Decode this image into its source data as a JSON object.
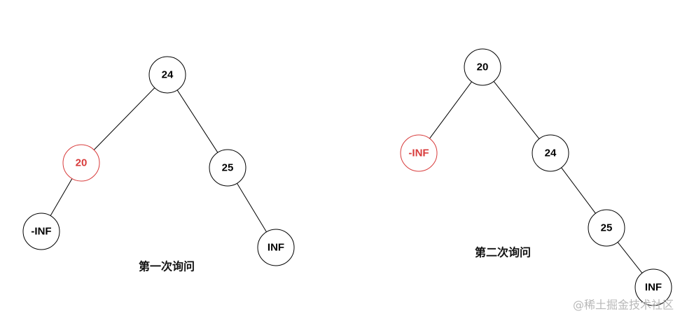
{
  "colors": {
    "line": "#000000",
    "highlight": "#d83b3b",
    "text": "#000000",
    "watermark": "#b8b8b8"
  },
  "trees": [
    {
      "caption": "第一次询问",
      "nodes": [
        {
          "id": "a24",
          "label": "24",
          "highlight": false
        },
        {
          "id": "a20",
          "label": "20",
          "highlight": true
        },
        {
          "id": "a25",
          "label": "25",
          "highlight": false
        },
        {
          "id": "aNinf",
          "label": "-INF",
          "highlight": false
        },
        {
          "id": "aInf",
          "label": "INF",
          "highlight": false
        }
      ],
      "edges": [
        [
          "a24",
          "a20"
        ],
        [
          "a24",
          "a25"
        ],
        [
          "a20",
          "aNinf"
        ],
        [
          "a25",
          "aInf"
        ]
      ]
    },
    {
      "caption": "第二次询问",
      "nodes": [
        {
          "id": "b20",
          "label": "20",
          "highlight": false
        },
        {
          "id": "bNinf",
          "label": "-INF",
          "highlight": true
        },
        {
          "id": "b24",
          "label": "24",
          "highlight": false
        },
        {
          "id": "b25",
          "label": "25",
          "highlight": false
        },
        {
          "id": "bInf",
          "label": "INF",
          "highlight": false
        }
      ],
      "edges": [
        [
          "b20",
          "bNinf"
        ],
        [
          "b20",
          "b24"
        ],
        [
          "b24",
          "b25"
        ],
        [
          "b25",
          "bInf"
        ]
      ]
    }
  ],
  "watermark": "@稀土掘金技术社区"
}
